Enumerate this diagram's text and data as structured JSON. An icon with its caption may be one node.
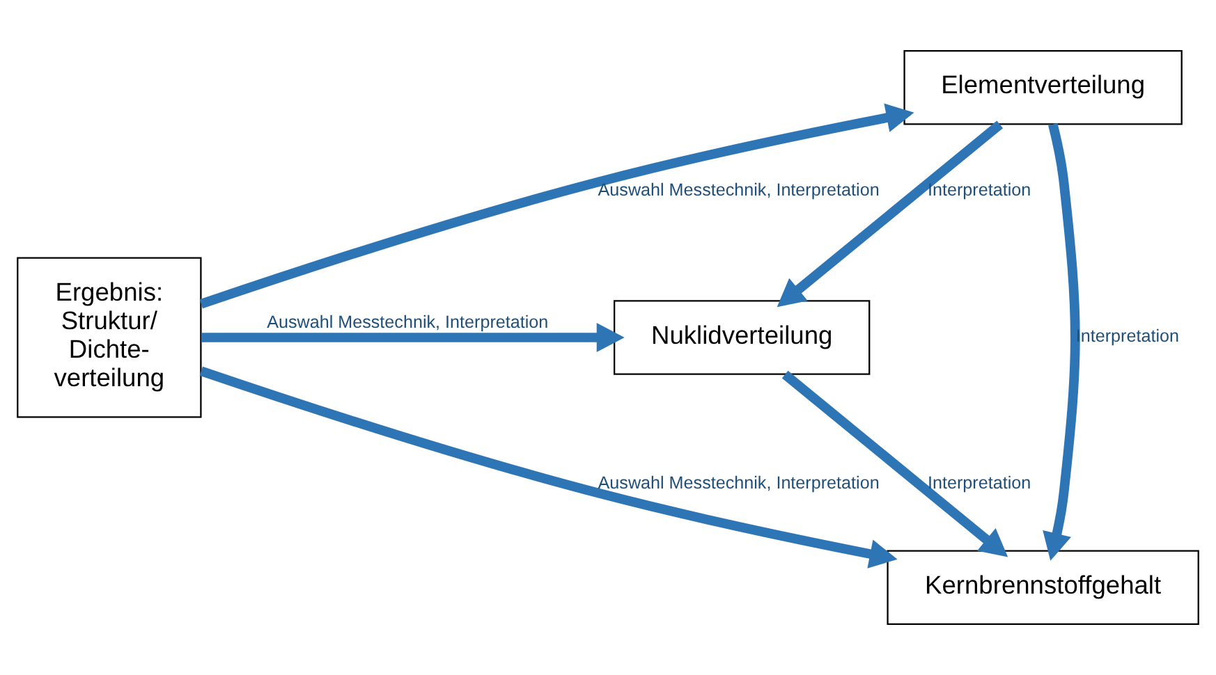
{
  "diagram": {
    "nodes": [
      {
        "text": [
          "Ergebnis: Struktur/ Dichte- verteilung"
        ]
      },
      {
        "text": [
          "Elementverteilung"
        ]
      },
      {
        "text": [
          "Nuklidverteilung"
        ]
      },
      {
        "text": [
          "Kernbrennstoffgehalt"
        ]
      }
    ],
    "edges": [
      {
        "from": 0,
        "to": 1,
        "arrow": "to",
        "label": "Auswahl Messtechnik, Interpretation"
      },
      {
        "from": 1,
        "to": 2,
        "arrow": "to",
        "label": "Interpretation"
      },
      {
        "from": 1,
        "to": 3,
        "arrow": "to",
        "label": "Interpretation"
      },
      {
        "from": 0,
        "to": 2,
        "arrow": "to",
        "label": "Auswahl Messtechnik, Interpretation"
      },
      {
        "from": 2,
        "to": 3,
        "arrow": "to",
        "label": "Interpretation"
      },
      {
        "from": 0,
        "to": 3,
        "arrow": "to",
        "label": "Auswahl Messtechnik, Interpretation"
      }
    ]
  }
}
